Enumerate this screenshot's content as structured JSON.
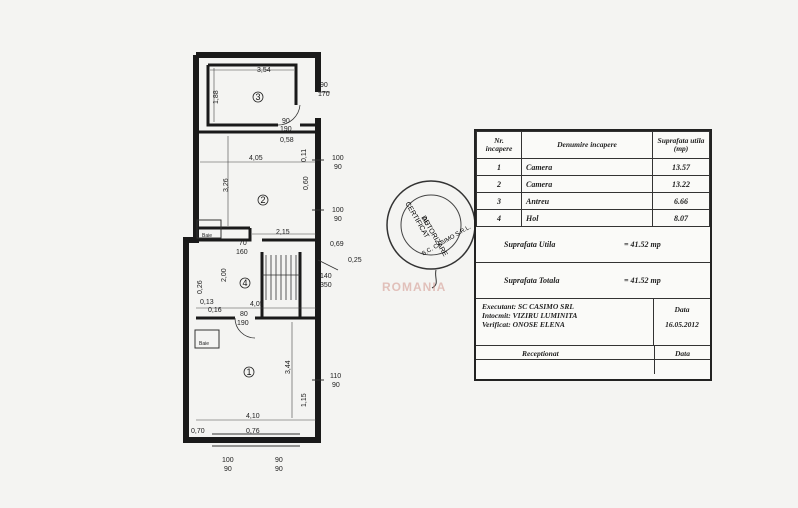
{
  "plan": {
    "rooms": [
      {
        "num": "1"
      },
      {
        "num": "2"
      },
      {
        "num": "3"
      },
      {
        "num": "4"
      }
    ],
    "dims": {
      "d_3_54": "3,54",
      "d_1_88": "1,88",
      "d_90_170": "90",
      "d_90_170b": "170",
      "d_90_190": "90",
      "d_90_190b": "190",
      "d_0_58": "0,58",
      "d_4_05": "4,05",
      "d_0_11": "0,11",
      "d_100_90a": "100",
      "d_100_90a2": "90",
      "d_3_26": "3,26",
      "d_0_60": "0,60",
      "d_100_90b": "100",
      "d_100_90b2": "90",
      "d_2_15": "2,15",
      "d_70": "70",
      "d_160": "160",
      "d_0_69": "0,69",
      "d_0_25": "0,25",
      "d_140": "140",
      "d_350": "350",
      "d_0_26": "0,26",
      "d_2_00": "2,00",
      "d_0_13": "0,13",
      "d_0_16": "0,16",
      "d_4_05b": "4,05",
      "d_80_190": "80",
      "d_80_190b": "190",
      "d_3_44": "3,44",
      "d_1_15": "1,15",
      "d_110": "110",
      "d_90c": "90",
      "d_4_10": "4,10",
      "d_0_70": "0,70",
      "d_0_76": "0,76",
      "d_100_bottom": "100",
      "d_90_bottom": "90",
      "d_90_bottom2": "90",
      "d_90_bottom3": "90"
    },
    "baie1": "Baie",
    "baie2": "Baie"
  },
  "table": {
    "headers": {
      "nr": "Nr. incapere",
      "name": "Denumire incapere",
      "area": "Suprafata utila (mp)"
    },
    "rows": [
      {
        "nr": "1",
        "name": "Camera",
        "area": "13.57"
      },
      {
        "nr": "2",
        "name": "Camera",
        "area": "13.22"
      },
      {
        "nr": "3",
        "name": "Antreu",
        "area": "6.66"
      },
      {
        "nr": "4",
        "name": "Hol",
        "area": "8.07"
      }
    ],
    "util_label": "Suprafata Utila",
    "util_value": "= 41.52 mp",
    "total_label": "Suprafata Totala",
    "total_value": "= 41.52 mp",
    "executant": "Executant: SC CASIMO SRL",
    "intocmit": "Intocmit: VIZIRU LUMINITA",
    "verificat": "Verificat: ONOSE ELENA",
    "data_label": "Data",
    "data_value": "16.05.2012",
    "receptionat": "Receptionat",
    "data_label2": "Data"
  },
  "stamp": {
    "line1": "CERTIFICAT",
    "line2": "DE",
    "line3": "AUTORIZARE",
    "line4": "S.C. CASIMO S.R.L."
  },
  "watermark": "ROMANIA"
}
